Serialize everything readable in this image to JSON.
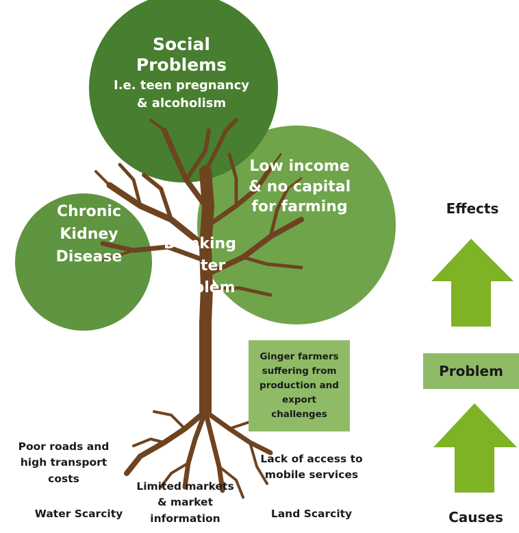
{
  "colors": {
    "circle_dark": "#477e2f",
    "circle_mid": "#5f9440",
    "circle_light": "#6fa44b",
    "tree": "#6e4320",
    "box": "#8fbb66",
    "arrow": "#7db324"
  },
  "circles": {
    "social": {
      "title": "Social Problems",
      "title_line1": "Social",
      "title_line2": "Problems",
      "detail_line1": "I.e. teen pregnancy",
      "detail_line2": "& alcoholism"
    },
    "income": {
      "line1": "Low income",
      "line2": "& no capital",
      "line3": "for farming"
    },
    "kidney": {
      "line1": "Chronic",
      "line2": "Kidney",
      "line3": "Disease"
    }
  },
  "center": {
    "line1": "Drinking",
    "line2": "Water",
    "line3": "Problem"
  },
  "problem_box": {
    "line1": "Ginger farmers",
    "line2": "suffering from",
    "line3": "production and",
    "line4": "export",
    "line5": "challenges"
  },
  "causes": {
    "roads": {
      "line1": "Poor roads and",
      "line2": "high transport",
      "line3": "costs"
    },
    "water": "Water Scarcity",
    "markets": {
      "line1": "Limited markets",
      "line2": "& market",
      "line3": "information"
    },
    "mobile": {
      "line1": "Lack of access to",
      "line2": "mobile services"
    },
    "land": "Land Scarcity"
  },
  "legend": {
    "effects": "Effects",
    "problem": "Problem",
    "causes": "Causes"
  },
  "icons": {
    "effects_arrow": "up-arrow-icon",
    "causes_arrow": "up-arrow-icon",
    "tree": "tree-icon"
  }
}
